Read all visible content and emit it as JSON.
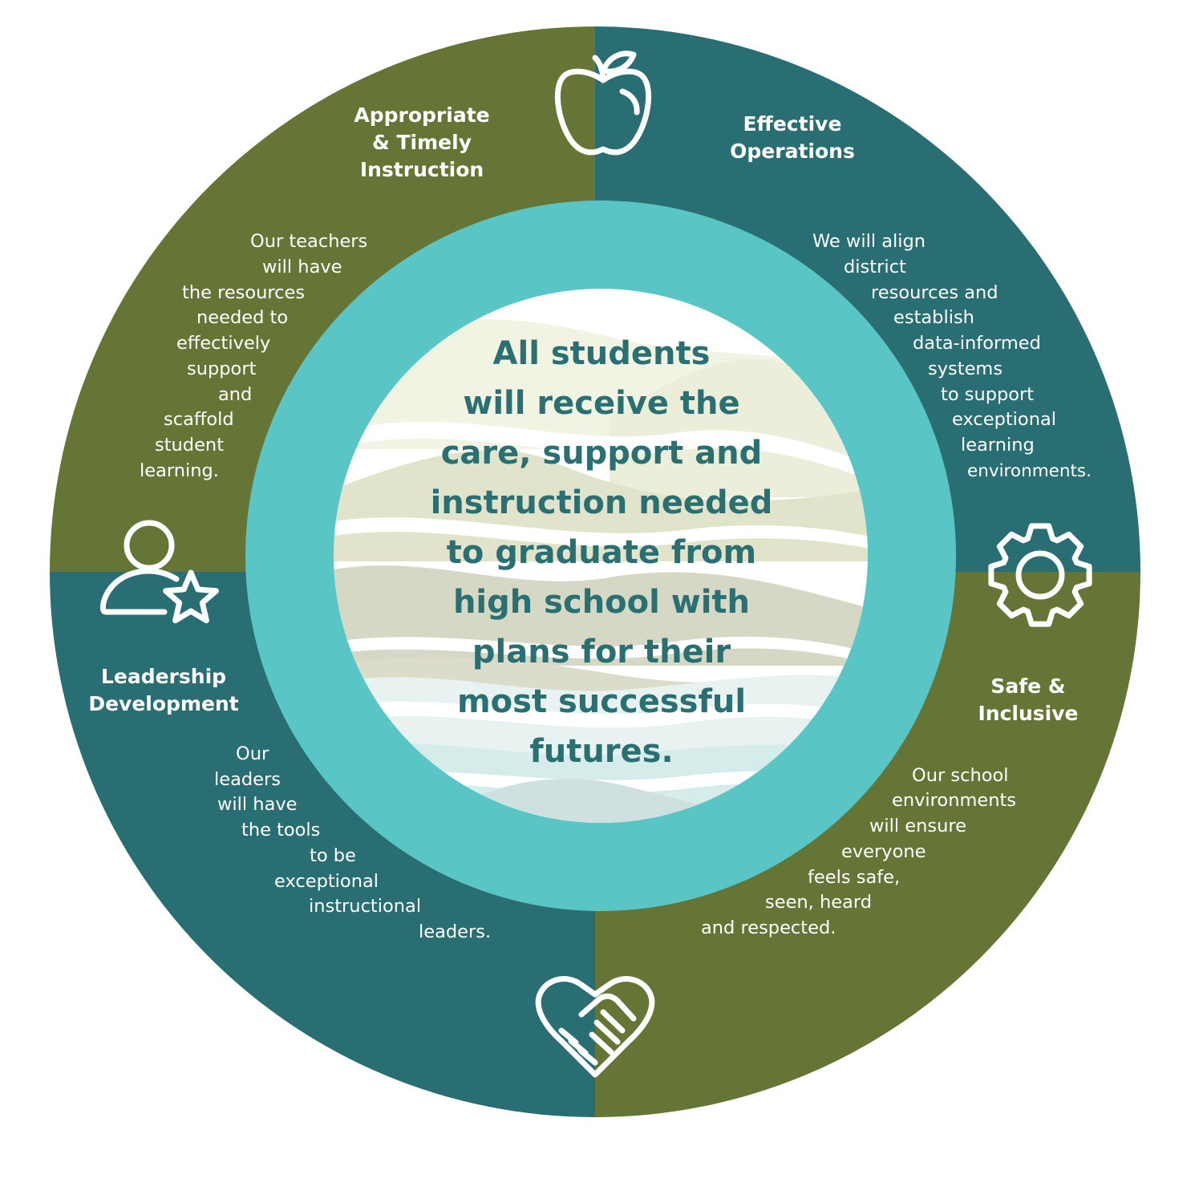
{
  "colors": {
    "olive": "#657536",
    "teal_dark": "#296e72",
    "teal_ring": "#5ac5c5",
    "center_text": "#2a6f72",
    "icon_stroke": "#ffffff"
  },
  "quadrants": {
    "top_left": {
      "title": [
        "Appropriate",
        "& Timely",
        "Instruction"
      ],
      "body": [
        "Our teachers",
        "will have",
        "the resources",
        "needed to",
        "effectively",
        "support",
        "and",
        "scaffold",
        "student",
        "learning."
      ],
      "icon": "apple-icon"
    },
    "top_right": {
      "title": [
        "Effective",
        "Operations"
      ],
      "body": [
        "We will align",
        "district",
        "resources and",
        "establish",
        "data-informed",
        "systems",
        "to support",
        "exceptional",
        "learning",
        "environments."
      ],
      "icon": "gear-icon"
    },
    "bottom_left": {
      "title": [
        "Leadership",
        "Development"
      ],
      "body": [
        "Our",
        "leaders",
        "will have",
        "the tools",
        "to be",
        "exceptional",
        "instructional",
        "leaders."
      ],
      "icon": "person-star-icon"
    },
    "bottom_right": {
      "title": [
        "Safe &",
        "Inclusive"
      ],
      "body": [
        "Our school",
        "environments",
        "will ensure",
        "everyone",
        "feels safe,",
        "seen, heard",
        "and respected."
      ],
      "icon": "handshake-heart-icon"
    }
  },
  "center": {
    "lines": [
      "All students",
      "will receive the",
      "care, support and",
      "instruction needed",
      "to graduate from",
      "high school with",
      "plans for their",
      "most successful",
      "futures."
    ]
  }
}
